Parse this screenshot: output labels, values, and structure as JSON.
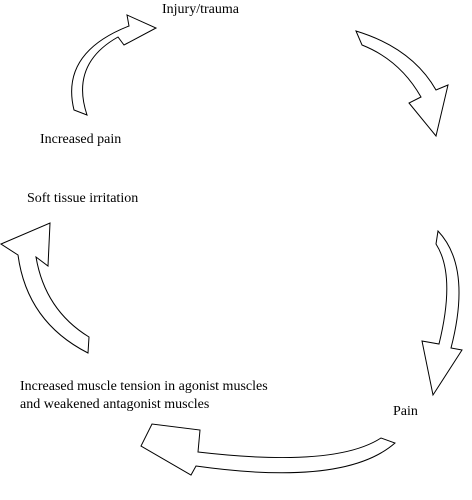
{
  "diagram": {
    "labels": {
      "injury": "Injury/trauma",
      "pain": "Pain",
      "tension_line1": "Increased muscle tension in agonist muscles",
      "tension_line2": "and weakened antagonist muscles",
      "soft_tissue": "Soft tissue irritation",
      "increased_pain": "Increased pain"
    },
    "colors": {
      "stroke": "#000000",
      "fill": "#ffffff",
      "text": "#000000"
    }
  }
}
